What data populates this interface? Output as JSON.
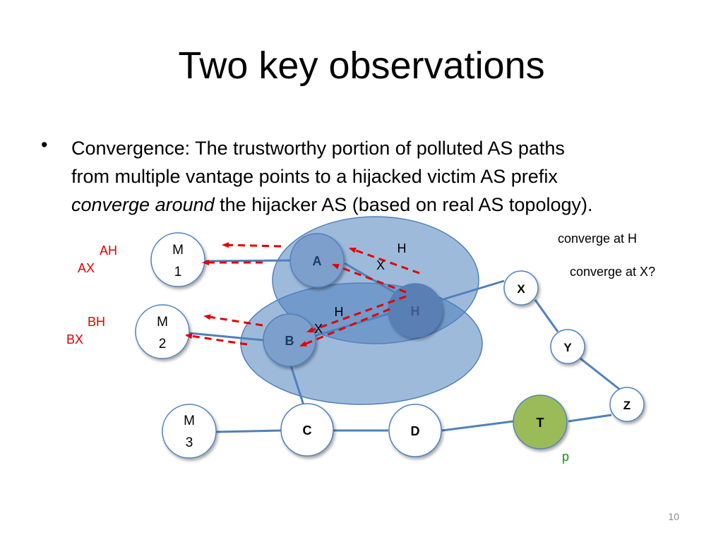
{
  "slide": {
    "title": "Two key observations",
    "bullet_char": "•",
    "bullet": {
      "line1": "Convergence: The trustworthy portion of  polluted AS paths",
      "line2": "from multiple vantage points to a hijacked victim AS prefix",
      "line3_italic": "converge around",
      "line3_rest": " the hijacker AS (based on real AS topology)."
    },
    "page_number": "10"
  },
  "diagram": {
    "nodes": {
      "m1": {
        "line1": "M",
        "line2": "1"
      },
      "m2": {
        "line1": "M",
        "line2": "2"
      },
      "m3": {
        "line1": "M",
        "line2": "3"
      },
      "a": "A",
      "b": "B",
      "c": "C",
      "d": "D",
      "h": "H",
      "t": "T",
      "x": "X",
      "y": "Y",
      "z": "Z"
    },
    "path_labels": {
      "ah": "AH",
      "ax": "AX",
      "bh": "BH",
      "bx": "BX"
    },
    "edge_labels": {
      "h_top": "H",
      "x_top": "X",
      "h_mid": "H",
      "x_mid": "X"
    },
    "prefix_label": "p",
    "notes": {
      "converge_h": "converge at H",
      "converge_x": "converge at X?"
    },
    "colors": {
      "node_fill": "#ffffff",
      "node_stroke": "#4f81bd",
      "region_fill": "#4f81bd",
      "hijacker_fill": "#5a7fb5",
      "victim_fill": "#9bbb59",
      "arrow": "#e30000",
      "path_label": "#e30000",
      "prefix_label": "#00a000"
    }
  }
}
